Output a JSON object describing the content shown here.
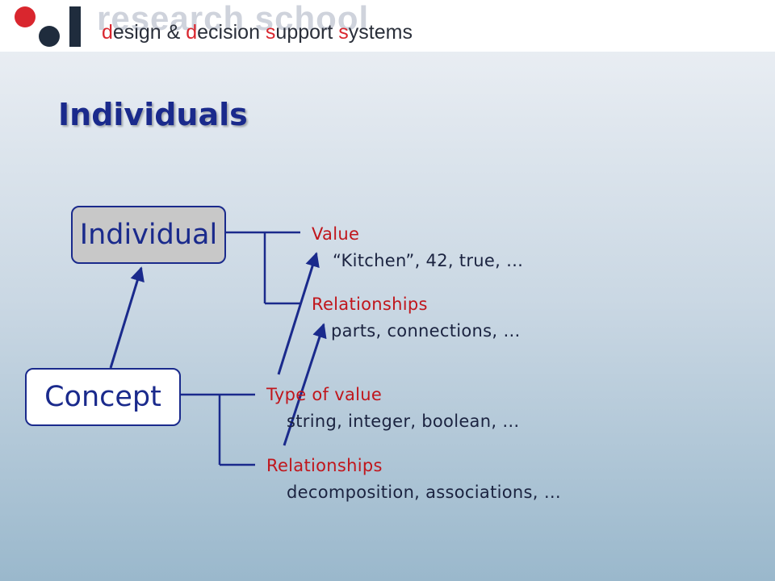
{
  "header": {
    "brand_background": "research school",
    "brand_parts": [
      "d",
      "esign & ",
      "d",
      "ecision ",
      "s",
      "upport ",
      "s",
      "ystems"
    ]
  },
  "slide": {
    "title": "Individuals"
  },
  "diagram": {
    "individual": {
      "label": "Individual",
      "value_heading": "Value",
      "value_examples": "“Kitchen”, 42, true, …",
      "relationships_heading": "Relationships",
      "relationships_examples": "parts, connections, …"
    },
    "concept": {
      "label": "Concept",
      "type_heading": "Type of value",
      "type_examples": "string, integer, boolean, …",
      "relationships_heading": "Relationships",
      "relationships_examples": "decomposition, associations, …"
    }
  },
  "colors": {
    "title": "#1a2a8c",
    "heading_red": "#c0161c",
    "body_text": "#1b2340",
    "individual_box": "#c8c8c8",
    "concept_box": "#ffffff"
  }
}
